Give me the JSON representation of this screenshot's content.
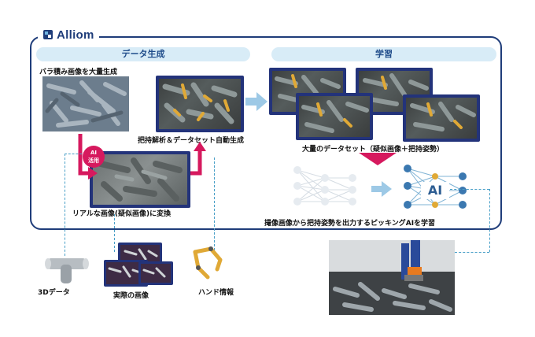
{
  "brand": {
    "name": "Alliom"
  },
  "sections": {
    "generation": {
      "title": "データ生成"
    },
    "learning": {
      "title": "学習"
    }
  },
  "labels": {
    "bulk_images": "バラ積み画像を大量生成",
    "grasp_analysis": "把持解析＆データセット自動生成",
    "ai_badge_line1": "AI",
    "ai_badge_line2": "活用",
    "realistic": "リアルな画像(疑似画像)に変換",
    "dataset": "大量のデータセット（疑似画像＋把持姿勢）",
    "train_ai": "撮像画像から把持姿勢を出力するピッキングAIを学習",
    "ai_node": "AI",
    "data_3d": "3Dデータ",
    "real_images": "実際の画像",
    "hand_info": "ハンド情報"
  },
  "colors": {
    "frame": "#1f3d7a",
    "header_bg": "#d8ecf7",
    "accent_pink": "#d6195e",
    "arrow_blue": "#9dc9e6",
    "bin_blue": "#23337a"
  }
}
